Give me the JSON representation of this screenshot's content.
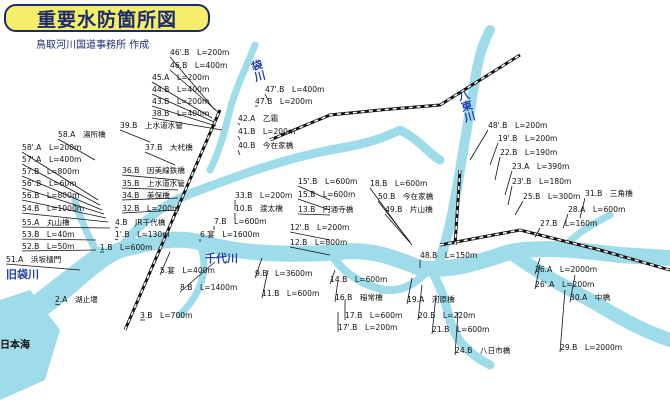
{
  "title": "重要水防箇所図",
  "subtitle": "鳥取河川国道事務所 作成",
  "colors": {
    "river": "#9fdcea",
    "title_bg": "#f4ee6a",
    "title_border": "#1d2a6e",
    "river_label": "#1f3fae",
    "label": "#111111"
  },
  "river_names": [
    "袋川",
    "八東川",
    "千代川",
    "旧袋川",
    "日本海"
  ],
  "labels": [
    "46'.B　L=200m",
    "46.B　L=400m",
    "45.A　L=200m",
    "44.B　L=400m",
    "43.B　L=200m",
    "38.B　L=400m",
    "39.B　上水道水管",
    "58.A　湯所橋",
    "58'.A　L=200m",
    "57'.A　L=400m",
    "57.B　L=800m",
    "56'.B　L=60m",
    "56.B　L=800m",
    "54.B　L=1000m",
    "55.A　丸山橋",
    "53.B　L=40m",
    "52.B　L=50m",
    "51.A　浜坂樋門",
    "4.B　JR千代橋",
    "1'.B　L=130m",
    "1.B　L=600m",
    "2.A　湖止堰",
    "3.B　L=700m",
    "37.B　大杙橋",
    "36.B　因美線鉄橋",
    "35.B　上水道水管",
    "34.B　美保橋",
    "32.B　L=200m",
    "33.B　L=200m",
    "10.B　渡太橋",
    "7.B　L=600m",
    "6.宴　L=1600m",
    "5.宴　L=400m",
    "8.B　L=1400m",
    "9.B　L=3600m",
    "11.B　L=600m",
    "47'.B　L=400m",
    "47.B　L=200m",
    "42.A　乙霜",
    "41.B　L=200m",
    "40.B　今在家橋",
    "15'.B　L=600m",
    "15.B　L=600m",
    "13.B　円通寺橋",
    "12'.B　L=200m",
    "12.B　L=800m",
    "14.B　L=600m",
    "16.B　稲常橋",
    "17.B　L=600m",
    "17'.B　L=200m",
    "18.B　L=600m",
    "50.B　今在家橋",
    "49.B　片山橋",
    "48'.B　L=200m",
    "19'.B　L=200m",
    "22.B　L=190m",
    "23.A　L=390m",
    "23'.B　L=180m",
    "25.B　L=300m",
    "31.B　三角橋",
    "28.A　L=600m",
    "27.B　L=160m",
    "48.B　L=150m",
    "19.A　河原橋",
    "20.B　L=220m",
    "21.B　L=600m",
    "24.B　八日市橋",
    "26.A　L=2000m",
    "26'.A　L=200m",
    "30.A　中橋",
    "29.B　L=2000m"
  ]
}
